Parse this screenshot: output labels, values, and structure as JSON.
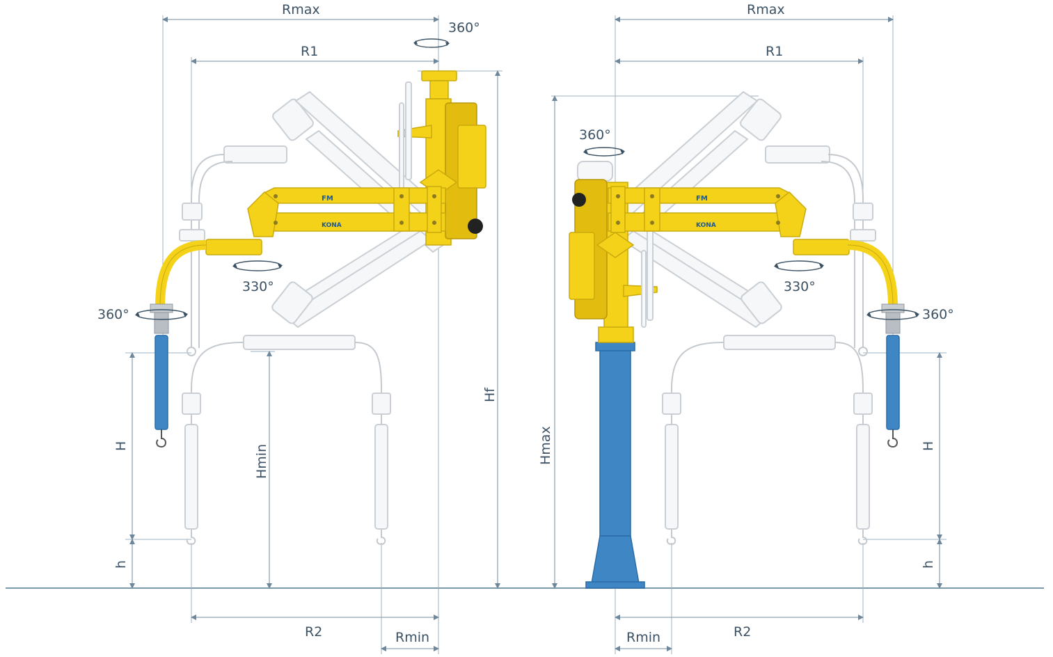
{
  "left_view": {
    "dims": {
      "rmax": "Rmax",
      "r1": "R1",
      "r2": "R2",
      "rmin": "Rmin",
      "hf": "Hf",
      "hmin": "Hmin",
      "h_upper": "H",
      "h_lower": "h"
    },
    "angles": {
      "top": "360°",
      "arm": "330°",
      "tool": "360°"
    },
    "arm_logo_top": "FM",
    "arm_logo_bottom": "KONA"
  },
  "right_view": {
    "dims": {
      "rmax": "Rmax",
      "r1": "R1",
      "r2": "R2",
      "rmin": "Rmin",
      "hmax": "Hmax",
      "h_upper": "H",
      "h_lower": "h"
    },
    "angles": {
      "top": "360°",
      "arm": "330°",
      "tool": "360°"
    },
    "arm_logo_top": "FM",
    "arm_logo_bottom": "KONA"
  },
  "colors": {
    "arm": "#f5d21a",
    "column": "#3e86c4",
    "dimension": "#8fa4b5",
    "label": "#3b5163"
  }
}
